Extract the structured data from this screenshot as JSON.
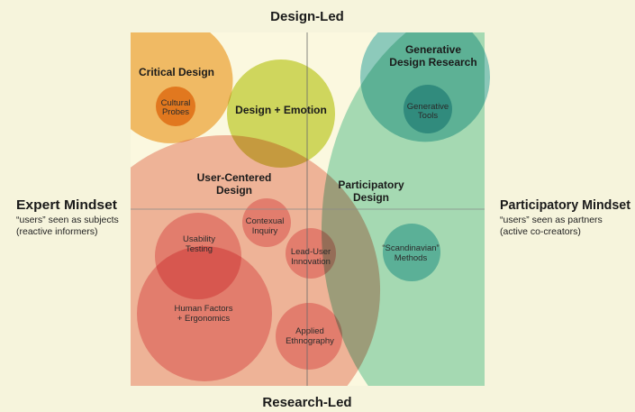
{
  "axes": {
    "top": "Design-Led",
    "bottom": "Research-Led",
    "left": {
      "title": "Expert Mindset",
      "line1": "“users” seen as subjects",
      "line2": "(reactive informers)"
    },
    "right": {
      "title": "Participatory Mindset",
      "line1": "“users” seen as partners",
      "line2": "(active co-creators)"
    }
  },
  "areas": {
    "critical_design": "Critical Design",
    "cultural_probes": [
      "Cultural",
      "Probes"
    ],
    "design_emotion": "Design + Emotion",
    "generative_design_research": [
      "Generative",
      "Design Research"
    ],
    "generative_tools": [
      "Generative",
      "Tools"
    ],
    "user_centered_design": [
      "User-Centered",
      "Design"
    ],
    "participatory_design": [
      "Participatory",
      "Design"
    ],
    "contextual_inquiry": [
      "Contexual",
      "Inquiry"
    ],
    "usability_testing": [
      "Usability",
      "Testing"
    ],
    "lead_user_innovation": [
      "Lead-User",
      "Innovation"
    ],
    "scandinavian_methods": [
      "“Scandinavian”",
      "Methods"
    ],
    "human_factors": [
      "Human Factors",
      "+ Ergonomics"
    ],
    "applied_ethnography": [
      "Applied",
      "Ethnography"
    ]
  },
  "colors": {
    "orange": "#f4b868",
    "orange_dark": "#ee9f4c",
    "green": "#cdd862",
    "pink": "#f2b1aa",
    "pink_dark": "#ec9aa0",
    "teal": "#a8e0cc",
    "teal_dark": "#7cc6cf"
  }
}
